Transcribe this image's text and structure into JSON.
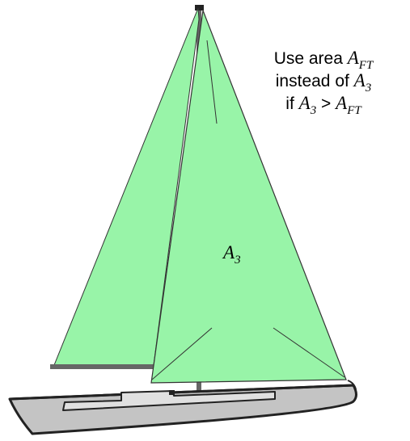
{
  "annotation": {
    "line1_prefix": "Use area ",
    "line2_prefix": "instead of ",
    "line3_prefix": "if ",
    "line3_operator": " > ",
    "area_ft": {
      "base": "A",
      "sub": "FT"
    },
    "area_3": {
      "base": "A",
      "sub": "3"
    }
  },
  "sail_label": {
    "base": "A",
    "sub": "3"
  },
  "colors": {
    "sail_fill": "#98f4a8",
    "hull_fill": "#c4c4c4",
    "cabin_fill": "#e0e0e0",
    "mast": "#666666",
    "boom": "#666666",
    "outline": "#222222"
  }
}
